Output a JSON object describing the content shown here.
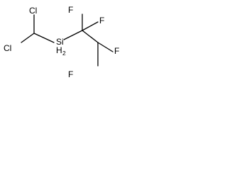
{
  "molecule": {
    "atoms": {
      "cl_upper": "Cl",
      "cl_left": "Cl",
      "si": "Si",
      "si_h": "H",
      "si_h_count": "2",
      "f_c1_left": "F",
      "f_c1_right": "F",
      "f_c2_right": "F",
      "f_c2_bottom": "F"
    }
  }
}
